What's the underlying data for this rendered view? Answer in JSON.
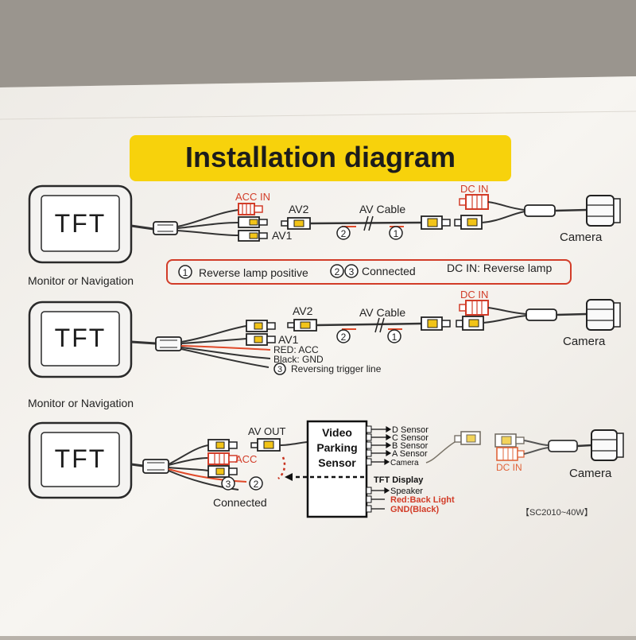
{
  "title": "Installation diagram",
  "monitor_label": "TFT",
  "colors": {
    "title_bg": "#f7d20c",
    "red_text": "#d23c28",
    "orange_text": "#e0643a",
    "wire_red": "#e04a2a",
    "wire_yellow": "#f2c418",
    "paper": "#f6f4f0",
    "ink": "#1e1e1e"
  },
  "section1": {
    "monitor_caption": "Monitor or Navigation",
    "acc_in": "ACC IN",
    "av2": "AV2",
    "av1": "AV1",
    "av_cable": "AV Cable",
    "num2": "2",
    "num1": "1",
    "dc_in": "DC IN",
    "camera": "Camera"
  },
  "legend": {
    "num1": "1",
    "item1": "Reverse lamp positive",
    "num2": "2",
    "num3": "3",
    "item2": "Connected",
    "item3": "DC IN: Reverse lamp"
  },
  "section2": {
    "monitor_caption": "Monitor or Navigation",
    "av2": "AV2",
    "av1": "AV1",
    "av_cable": "AV Cable",
    "num2": "2",
    "num1": "1",
    "red_acc": "RED: ACC",
    "black_gnd": "Black: GND",
    "num3": "3",
    "reversing": "Reversing trigger line",
    "dc_in": "DC IN",
    "camera": "Camera"
  },
  "section3": {
    "av_out": "AV OUT",
    "acc": "ACC",
    "num3": "3",
    "num2": "2",
    "connected": "Connected",
    "box_line1": "Video",
    "box_line2": "Parking",
    "box_line3": "Sensor",
    "sensor_d": "D Sensor",
    "sensor_c": "C Sensor",
    "sensor_b": "B Sensor",
    "sensor_a": "A Sensor",
    "camera_in": "Camera",
    "tft_display": "TFT Display",
    "speaker": "Speaker",
    "red_back": "Red:Back Light",
    "gnd_black": "GND(Black)",
    "dc_in": "DC IN",
    "camera": "Camera",
    "model": "【SC2010~40W】"
  }
}
